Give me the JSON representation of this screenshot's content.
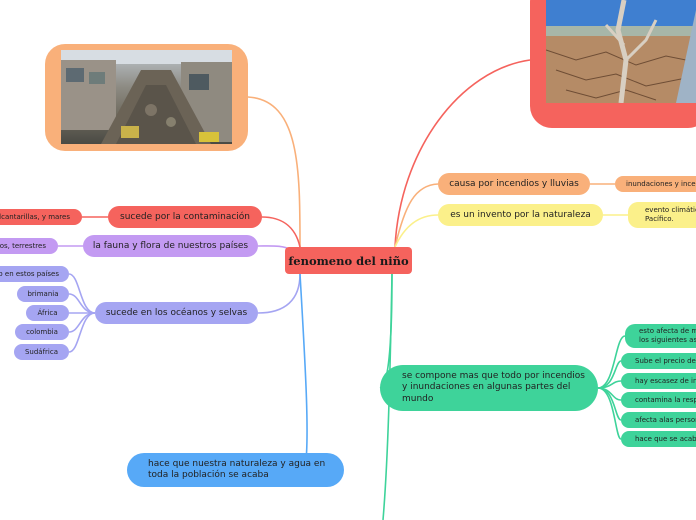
{
  "center": {
    "label": "fenomeno del niño"
  },
  "right": {
    "causa": {
      "label": "causa por incendios y lluvias",
      "child": "inundaciones y incen"
    },
    "invento": {
      "label": "es un invento por la naturaleza",
      "child": "evento climátic Pacífico."
    },
    "compone": {
      "label": "se compone mas que todo por incendios y inundaciones en algunas partes del mundo",
      "children": [
        "esto afecta de ma los siguientes asp",
        "Sube el precio de l",
        "hay escasez de insu",
        "contamina la respi",
        "afecta alas persona",
        "hace que se acabe"
      ]
    }
  },
  "left": {
    "contaminacion": {
      "label": "sucede por la contaminación",
      "child": "alcantarillas, y mares"
    },
    "fauna": {
      "label": "la fauna y flora de nuestros países",
      "child": "os, terrestres"
    },
    "oceanos": {
      "label": "sucede  en los océanos y selvas",
      "children": [
        "o en estos países",
        "brimania",
        "África",
        "colombia",
        "Sudáfrica"
      ]
    }
  },
  "bottom": {
    "naturaleza": {
      "label": "hace que nuestra naturaleza y agua en toda la población se acaba"
    }
  },
  "colors": {
    "center": "#f5635d",
    "orange": "#f9b07a",
    "yellow": "#fbf08a",
    "green": "#3ed39a",
    "red": "#f5635d",
    "purple": "#c39af2",
    "lavender": "#a5a5f2",
    "blue": "#57a9f7"
  }
}
